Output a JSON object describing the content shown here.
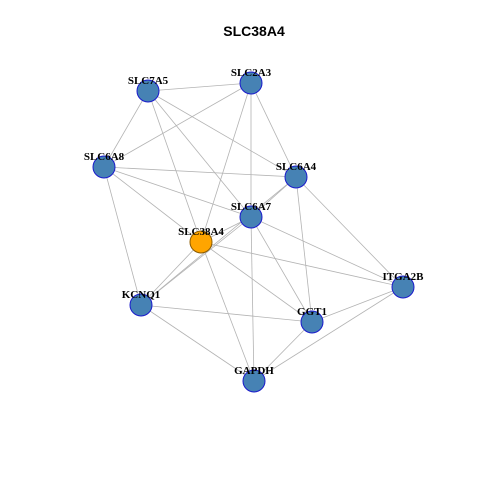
{
  "title": "SLC38A4",
  "colors": {
    "node_fill": "#4682B4",
    "node_stroke": "#1a1acc",
    "hub_fill": "#FFA500",
    "hub_stroke": "#8a5a00",
    "edge": "#b3b3b3"
  },
  "nodes": [
    {
      "id": "SLC38A4",
      "label": "SLC38A4",
      "hub": true
    },
    {
      "id": "SLC2A3",
      "label": "SLC2A3",
      "hub": false
    },
    {
      "id": "SLC7A5",
      "label": "SLC7A5",
      "hub": false
    },
    {
      "id": "SLC6A8",
      "label": "SLC6A8",
      "hub": false
    },
    {
      "id": "SLC6A4",
      "label": "SLC6A4",
      "hub": false
    },
    {
      "id": "SLC6A7",
      "label": "SLC6A7",
      "hub": false
    },
    {
      "id": "ITGA2B",
      "label": "ITGA2B",
      "hub": false
    },
    {
      "id": "KCNQ1",
      "label": "KCNQ1",
      "hub": false
    },
    {
      "id": "GGT1",
      "label": "GGT1",
      "hub": false
    },
    {
      "id": "GAPDH",
      "label": "GAPDH",
      "hub": false
    }
  ],
  "edges": [
    [
      "SLC7A5",
      "SLC2A3"
    ],
    [
      "SLC7A5",
      "SLC6A8"
    ],
    [
      "SLC7A5",
      "SLC6A4"
    ],
    [
      "SLC7A5",
      "SLC6A7"
    ],
    [
      "SLC7A5",
      "SLC38A4"
    ],
    [
      "SLC2A3",
      "SLC6A8"
    ],
    [
      "SLC2A3",
      "SLC6A4"
    ],
    [
      "SLC2A3",
      "SLC6A7"
    ],
    [
      "SLC2A3",
      "SLC38A4"
    ],
    [
      "SLC6A8",
      "SLC6A4"
    ],
    [
      "SLC6A8",
      "SLC6A7"
    ],
    [
      "SLC6A8",
      "SLC38A4"
    ],
    [
      "SLC6A8",
      "KCNQ1"
    ],
    [
      "SLC6A4",
      "SLC6A7"
    ],
    [
      "SLC6A4",
      "ITGA2B"
    ],
    [
      "SLC6A4",
      "GGT1"
    ],
    [
      "SLC6A4",
      "KCNQ1"
    ],
    [
      "SLC6A7",
      "SLC38A4"
    ],
    [
      "SLC6A7",
      "ITGA2B"
    ],
    [
      "SLC6A7",
      "GGT1"
    ],
    [
      "SLC6A7",
      "GAPDH"
    ],
    [
      "SLC6A7",
      "KCNQ1"
    ],
    [
      "SLC38A4",
      "ITGA2B"
    ],
    [
      "SLC38A4",
      "GGT1"
    ],
    [
      "SLC38A4",
      "GAPDH"
    ],
    [
      "SLC38A4",
      "KCNQ1"
    ],
    [
      "KCNQ1",
      "GGT1"
    ],
    [
      "KCNQ1",
      "GAPDH"
    ],
    [
      "GGT1",
      "ITGA2B"
    ],
    [
      "GGT1",
      "GAPDH"
    ],
    [
      "GAPDH",
      "ITGA2B"
    ]
  ]
}
